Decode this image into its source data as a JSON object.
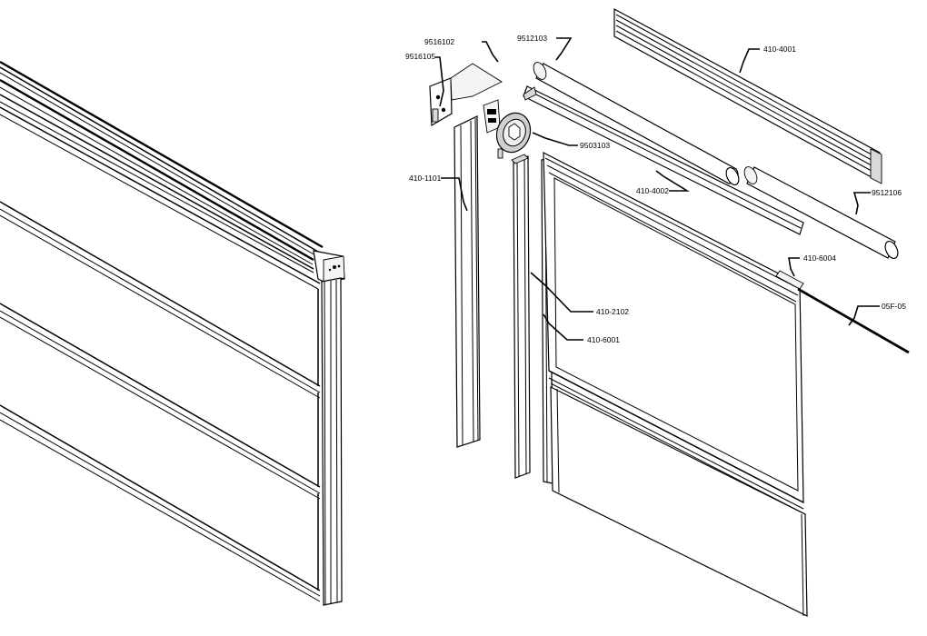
{
  "callouts": [
    {
      "id": "9516102",
      "label": "9516102"
    },
    {
      "id": "9516105",
      "label": "9516105"
    },
    {
      "id": "9512103",
      "label": "9512103"
    },
    {
      "id": "410-4001",
      "label": "410-4001"
    },
    {
      "id": "9503103",
      "label": "9503103"
    },
    {
      "id": "410-1101",
      "label": "410-1101"
    },
    {
      "id": "410-4002",
      "label": "410-4002"
    },
    {
      "id": "9512106",
      "label": "9512106"
    },
    {
      "id": "410-6004",
      "label": "410-6004"
    },
    {
      "id": "05F-05",
      "label": "05F-05"
    },
    {
      "id": "410-2102",
      "label": "410-2102"
    },
    {
      "id": "410-6001",
      "label": "410-6001"
    }
  ]
}
